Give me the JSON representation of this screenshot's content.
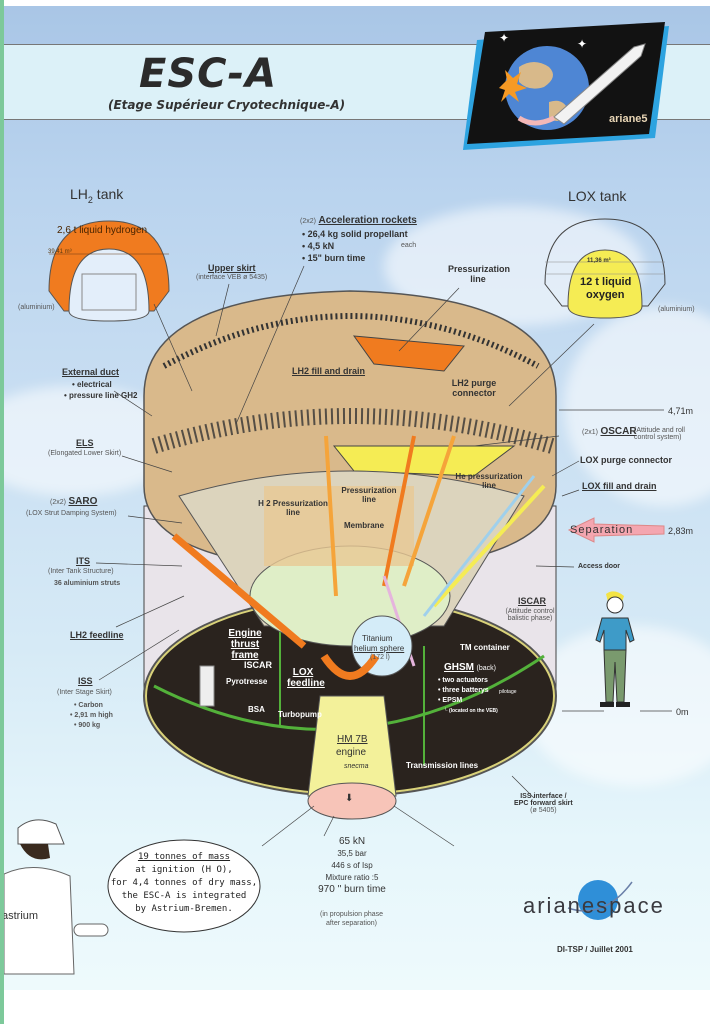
{
  "header": {
    "title": "ESC-A",
    "subtitle": "(Etage Supérieur Cryotechnique-A)",
    "logo_text": "ariane5"
  },
  "lh2_tank": {
    "title": "LH2 tank",
    "title_main": "LH",
    "title_sub": "2",
    "title_rest": " tank",
    "content": "2,6 t liquid hydrogen",
    "volume": "39,41 m³",
    "material": "(aluminium)"
  },
  "lox_tank": {
    "title": "LOX tank",
    "volume": "11,36 m³",
    "content_line1": "12 t liquid",
    "content_line2": "oxygen",
    "material": "(aluminium)"
  },
  "labels": {
    "accel_count": "(2x2)",
    "accel_title": "Acceleration rockets",
    "accel_items": [
      "26,4 kg solid propellant",
      "4,5 kN",
      "15\" burn time"
    ],
    "accel_each": "each",
    "upper_skirt": "Upper skirt",
    "upper_skirt_note": "(interface VEB ø 5435)",
    "pressurization_line_top": "Pressurization line",
    "external_duct": "External duct",
    "external_duct_items": [
      "electrical",
      "pressure line GH2"
    ],
    "els": "ELS",
    "els_note": "(Elongated Lower Skirt)",
    "saro_count": "(2x2)",
    "saro": "SARO",
    "saro_note": "(LOX Strut Damping System)",
    "its": "ITS",
    "its_note": "(Inter Tank Structure)",
    "its_detail": "36 aluminium struts",
    "lh2_feedline": "LH2 feedline",
    "iss": "ISS",
    "iss_note": "(Inter Stage Skirt)",
    "iss_items": [
      "Carbon",
      "2,91 m high",
      "900 kg"
    ],
    "lh2_fill_drain": "LH2 fill and drain",
    "lh2_purge": "LH2 purge connector",
    "he_press_line": "He pressurization line",
    "press_line_mid": "Pressurization line",
    "h2_press_line": "H 2 Pressurization line",
    "membrane": "Membrane",
    "oscar_count": "(2x1)",
    "oscar": "OSCAR",
    "oscar_note": "(Attitude and roll control system)",
    "lox_purge": "LOX purge connector",
    "lox_fill_drain": "LOX fill and drain",
    "separation": "Separation",
    "access_door": "Access door",
    "iscar_right": "ISCAR",
    "iscar_right_note": "(Attitude control balistic phase)",
    "engine_thrust_frame": "Engine thrust frame",
    "iscar_left": "ISCAR",
    "pyrotresse": "Pyrotresse",
    "bsa": "BSA",
    "lox_feedline": "LOX feedline",
    "turbopump": "Turbopump",
    "helium_sphere_1": "Titanium",
    "helium_sphere_2": "helium sphere",
    "helium_sphere_3": "(172 l)",
    "tm_container": "TM container",
    "ghsm": "GHSM",
    "ghsm_note": "(back)",
    "ghsm_items": [
      "two actuators",
      "three batterys",
      "EPSM"
    ],
    "epsm_note": "(located on the VEB)",
    "pilotage": "pilotage",
    "transmission_lines": "Transmission lines",
    "engine_name": "HM 7B",
    "engine_word": "engine",
    "snecma": "snecma",
    "iss_interface": "ISS interface /",
    "epc_forward_skirt": "EPC forward skirt",
    "epc_note": "(ø 5405)"
  },
  "dimensions": {
    "top": "4,71m",
    "separation": "2,83m",
    "ground": "0m"
  },
  "engine_specs": {
    "thrust": "65 kN",
    "pressure": "35,5 bar",
    "isp": "446 s of Isp",
    "mixture": "Mixture ratio :5",
    "burn": "970 '' burn time",
    "note_line1": "(in propulsion phase",
    "note_line2": "after separation)"
  },
  "bubble": {
    "line1": "19 tonnes of mass",
    "line2": "at ignition (H O),",
    "line3": "for 4,4 tonnes of dry mass,",
    "line4": "the ESC-A is integrated",
    "line5": "by Astrium-Bremen."
  },
  "astrium_text": "astrium",
  "footer": {
    "brand": "arianespace",
    "doc_ref": "DI-TSP / Juillet 2001"
  },
  "colors": {
    "lh2_orange": "#f07b1f",
    "lox_yellow": "#f5ec54",
    "hull_tan": "#d9b98b",
    "skirt_dark": "#2a231e",
    "separation_pink": "#f4a6b0",
    "engine_yellow": "#f3f19a"
  }
}
